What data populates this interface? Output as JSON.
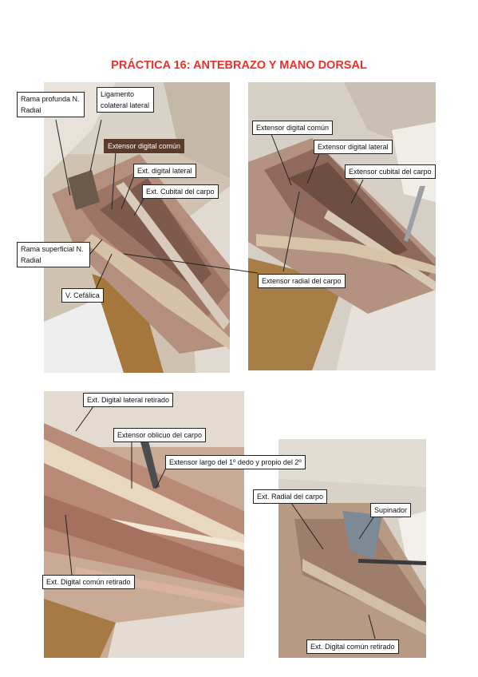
{
  "page": {
    "title": "PRÁCTICA 16: ANTEBRAZO Y MANO DORSAL",
    "title_color": "#e8322a"
  },
  "photo1": {
    "rama_profunda": "Rama profunda N. Radial",
    "ligamento": "Ligamento colateral lateral",
    "ext_digital_comun": "Extensor digital común",
    "ext_digital_lateral": "Ext. digital lateral",
    "ext_cubital": "Ext. Cubital del carpo",
    "rama_superficial": "Rama superficial N. Radial",
    "v_cefalica": "V. Cefálica"
  },
  "photo2": {
    "ext_digital_comun": "Extensor digital común",
    "ext_digital_lateral": "Extensor digital lateral",
    "ext_cubital": "Extensor cubital del carpo",
    "ext_radial": "Extensor radial del carpo"
  },
  "photo3": {
    "ext_digital_lateral_retirado": "Ext. Digital lateral retirado",
    "ext_oblicuo": "Extensor oblicuo del carpo",
    "ext_largo": "Extensor largo del 1º dedo y propio del 2º",
    "ext_digital_comun_retirado": "Ext. Digital común retirado"
  },
  "photo4": {
    "ext_radial": "Ext. Radial del carpo",
    "supinador": "Supinador",
    "ext_digital_comun_retirado": "Ext. Digital común retirado"
  }
}
